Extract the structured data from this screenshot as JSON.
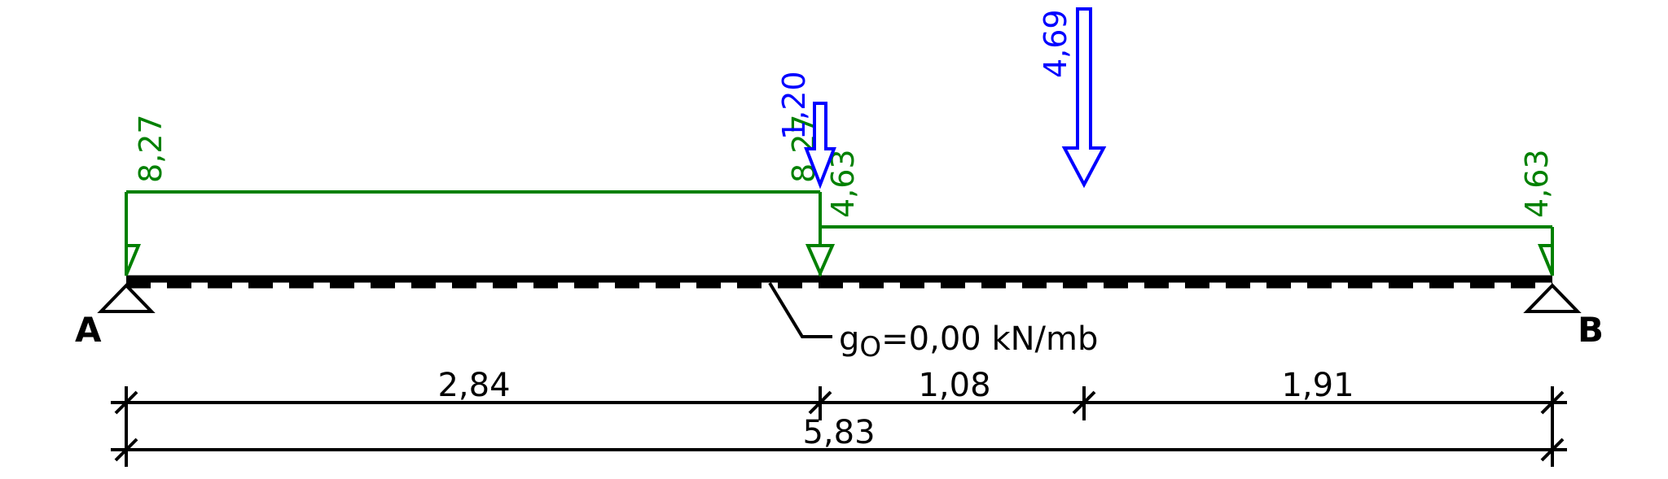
{
  "supports": {
    "left_label": "A",
    "right_label": "B"
  },
  "self_weight": {
    "symbol": "g",
    "subscript": "O",
    "value_text": "=0,00 kN/mb"
  },
  "distributed_loads": [
    {
      "start_label": "8,27",
      "end_label": "8,27"
    },
    {
      "start_label": "4,63",
      "end_label": "4,63"
    }
  ],
  "point_loads": [
    {
      "label": "1,20"
    },
    {
      "label": "4,69"
    }
  ],
  "dimensions": {
    "segments": [
      "2,84",
      "1,08",
      "1,91"
    ],
    "total": "5,83"
  },
  "colors": {
    "distributed_load": "#008000",
    "point_load": "#0000ff",
    "beam": "#000000"
  }
}
